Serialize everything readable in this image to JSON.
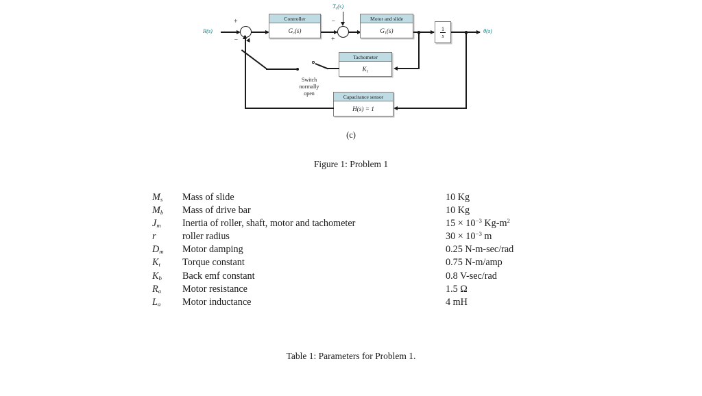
{
  "figure": {
    "subfigure_label": "(c)",
    "caption": "Figure 1: Problem 1",
    "signals": {
      "input": "R(s)",
      "disturbance": "T",
      "disturbance_sub": "d",
      "disturbance_tail": "(s)",
      "output": "θ(s)"
    },
    "summing_junction_1": {
      "sign_top": "+",
      "sign_bottom": "−"
    },
    "summing_junction_2": {
      "sign_top": "−",
      "sign_bottom": "+"
    },
    "blocks": [
      {
        "id": "controller",
        "header": "Controller",
        "body_base": "G",
        "body_sub": "c",
        "body_tail": "(s)"
      },
      {
        "id": "motor-and-slide",
        "header": "Motor and slide",
        "body_base": "G",
        "body_sub": "1",
        "body_tail": "(s)"
      },
      {
        "id": "tachometer",
        "header": "Tachometer",
        "body_base": "K",
        "body_sub": "1",
        "body_tail": ""
      },
      {
        "id": "capacitance-sensor",
        "header": "Capacitance sensor",
        "body_base": "H",
        "body_sub": "",
        "body_tail": "(s) = 1"
      }
    ],
    "integrator": {
      "numerator": "1",
      "denominator": "s"
    },
    "switch_label_line1": "Switch",
    "switch_label_line2": "normally",
    "switch_label_line3": "open",
    "colors": {
      "signal_teal": "#0f7f83",
      "block_header": "#bfdce4",
      "line": "#1a1a1a"
    }
  },
  "table": {
    "caption": "Table 1: Parameters for Problem 1.",
    "rows": [
      {
        "symbol_base": "M",
        "symbol_sub": "s",
        "description": "Mass of slide",
        "value": "10 Kg"
      },
      {
        "symbol_base": "M",
        "symbol_sub": "b",
        "description": "Mass of drive bar",
        "value": "10 Kg"
      },
      {
        "symbol_base": "J",
        "symbol_sub": "m",
        "description": "Inertia of roller, shaft, motor and tachometer",
        "value_mantissa": "15 × 10",
        "value_exp": "−3",
        "value_unit": "Kg-m",
        "value_unit_exp": "2"
      },
      {
        "symbol_base": "r",
        "symbol_sub": "",
        "description": "roller radius",
        "value_mantissa": "30 × 10",
        "value_exp": "−3",
        "value_unit": "m",
        "value_unit_exp": ""
      },
      {
        "symbol_base": "D",
        "symbol_sub": "m",
        "description": "Motor damping",
        "value": "0.25 N-m-sec/rad"
      },
      {
        "symbol_base": "K",
        "symbol_sub": "t",
        "description": "Torque constant",
        "value": "0.75 N-m/amp"
      },
      {
        "symbol_base": "K",
        "symbol_sub": "b",
        "description": "Back emf constant",
        "value": "0.8 V-sec/rad"
      },
      {
        "symbol_base": "R",
        "symbol_sub": "a",
        "description": "Motor resistance",
        "value": "1.5 Ω"
      },
      {
        "symbol_base": "L",
        "symbol_sub": "a",
        "description": "Motor inductance",
        "value": "4 mH"
      }
    ]
  }
}
